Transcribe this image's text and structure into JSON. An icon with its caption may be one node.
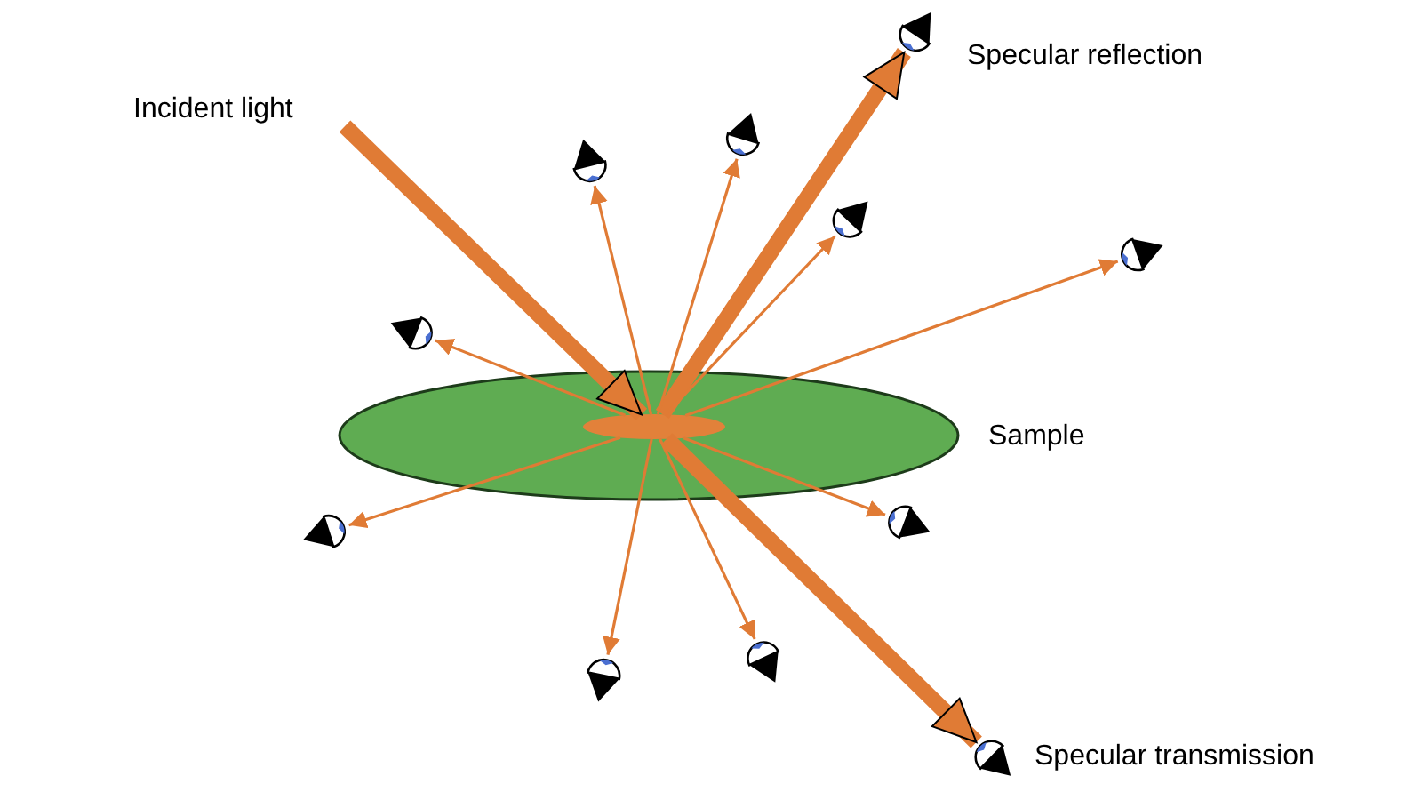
{
  "diagram": {
    "nodes": [
      {
        "text": [
          "Incident light"
        ]
      },
      {
        "text": [
          "Sample"
        ]
      },
      {
        "text": [],
        "shape": "ellipse",
        "in": 1
      },
      {
        "text": [],
        "shape": "eye",
        "beside": [
          "Specular reflection"
        ]
      },
      {
        "text": [],
        "shape": "eye"
      },
      {
        "text": [],
        "shape": "eye"
      },
      {
        "text": [],
        "shape": "eye"
      },
      {
        "text": [],
        "shape": "eye"
      },
      {
        "text": [],
        "shape": "eye"
      },
      {
        "text": [],
        "shape": "eye"
      },
      {
        "text": [],
        "shape": "eye"
      },
      {
        "text": [],
        "shape": "eye"
      },
      {
        "text": [],
        "shape": "eye"
      },
      {
        "text": [],
        "shape": "eye",
        "beside": [
          "Specular transmission"
        ]
      }
    ],
    "edges": [
      {
        "from": 0,
        "to": 2,
        "arrow": "to",
        "style": "thick"
      },
      {
        "from": 2,
        "to": 3,
        "arrow": "to",
        "style": "thick"
      },
      {
        "from": 2,
        "to": 13,
        "arrow": "to",
        "style": "thick"
      },
      {
        "from": 2,
        "to": 4,
        "arrow": "to"
      },
      {
        "from": 2,
        "to": 5,
        "arrow": "to"
      },
      {
        "from": 2,
        "to": 6,
        "arrow": "to"
      },
      {
        "from": 2,
        "to": 7,
        "arrow": "to"
      },
      {
        "from": 2,
        "to": 8,
        "arrow": "to"
      },
      {
        "from": 2,
        "to": 9,
        "arrow": "to"
      },
      {
        "from": 2,
        "to": 10,
        "arrow": "to"
      },
      {
        "from": 2,
        "to": 11,
        "arrow": "to"
      },
      {
        "from": 2,
        "to": 12,
        "arrow": "to"
      }
    ]
  }
}
